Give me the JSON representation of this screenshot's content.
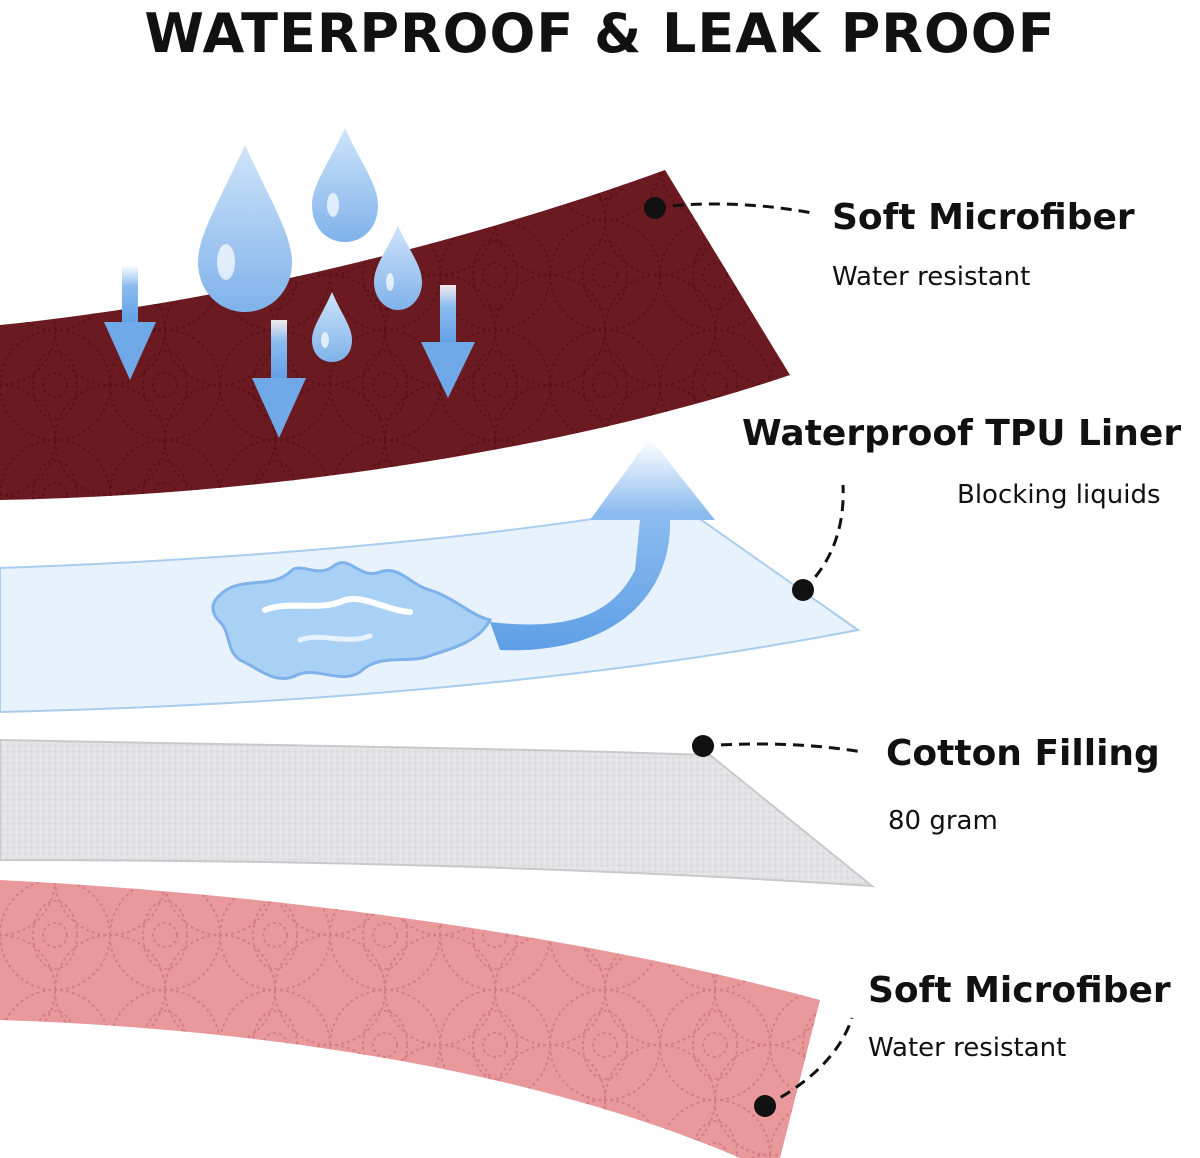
{
  "title": "WATERPROOF & LEAK PROOF",
  "layers": [
    {
      "label": "Soft Microfiber",
      "sublabel": "Water resistant",
      "color": "#6b1a21"
    },
    {
      "label": "Waterproof TPU Liner",
      "sublabel": "Blocking liquids",
      "color": "#e8f2fc"
    },
    {
      "label": "Cotton Filling",
      "sublabel": "80 gram",
      "color": "#e6e6e8"
    },
    {
      "label": "Soft Microfiber",
      "sublabel": "Water resistant",
      "color": "#e9999c"
    }
  ],
  "colors": {
    "water": "#8fbef0",
    "arrow": "#7fb4ec",
    "text": "#111111"
  }
}
